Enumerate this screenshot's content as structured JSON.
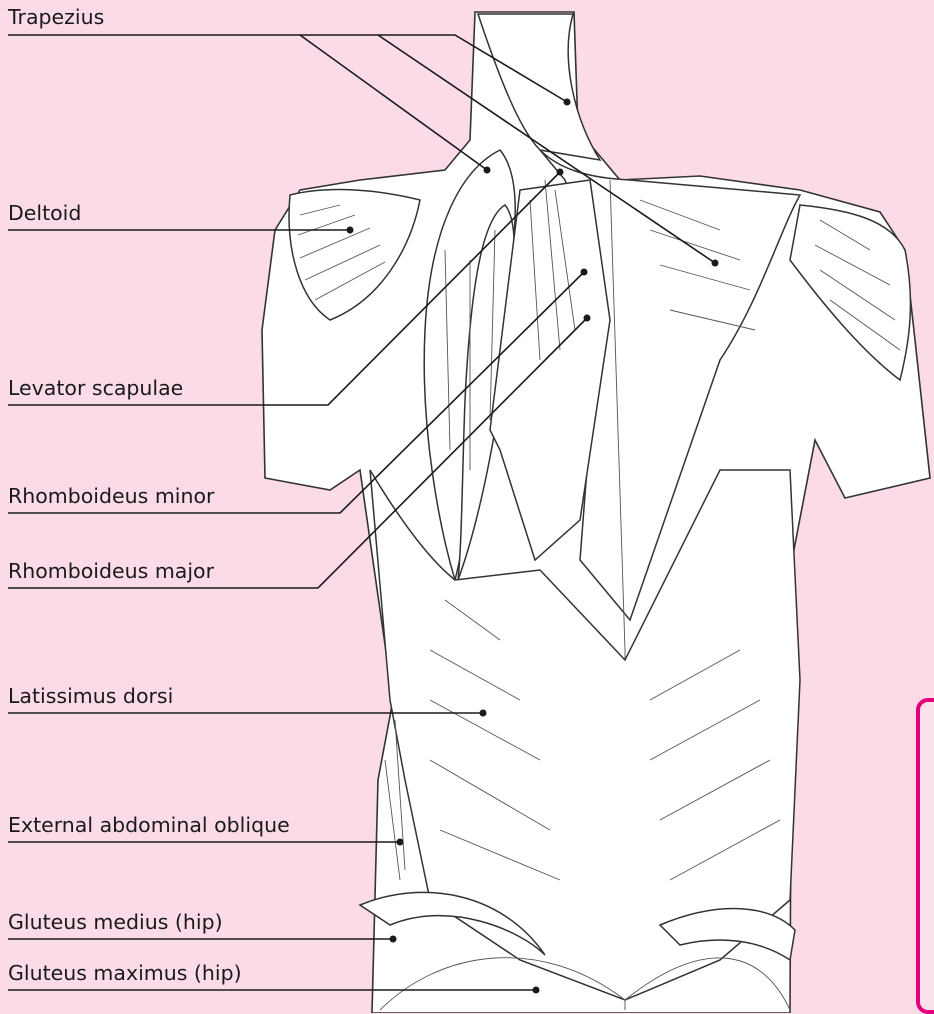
{
  "labels": [
    {
      "id": "trapezius",
      "text": "Trapezius"
    },
    {
      "id": "deltoid",
      "text": "Deltoid"
    },
    {
      "id": "levator-scapulae",
      "text": "Levator scapulae"
    },
    {
      "id": "rhomboideus-minor",
      "text": "Rhomboideus minor"
    },
    {
      "id": "rhomboideus-major",
      "text": "Rhomboideus major"
    },
    {
      "id": "latissimus-dorsi",
      "text": "Latissimus dorsi"
    },
    {
      "id": "external-abdominal-oblique",
      "text": "External abdominal oblique"
    },
    {
      "id": "gluteus-medius",
      "text": "Gluteus medius (hip)"
    },
    {
      "id": "gluteus-maximus",
      "text": "Gluteus maximus (hip)"
    }
  ],
  "colors": {
    "background": "#fadbe7",
    "accent": "#e3007a",
    "line": "#1a1a1a"
  }
}
